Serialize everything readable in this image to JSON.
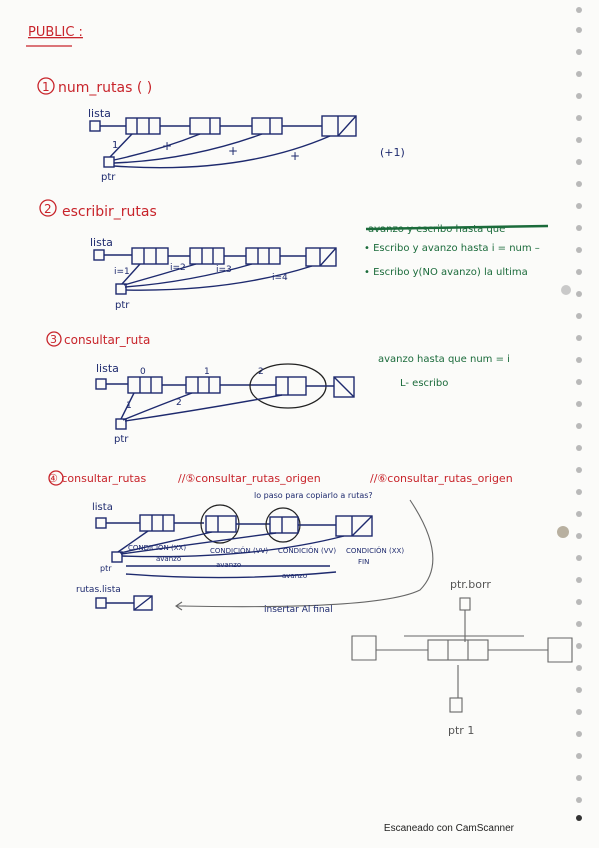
{
  "header": {
    "label": "PUBLIC :"
  },
  "sections": [
    {
      "number": "1",
      "title": "num_rutas ( )"
    },
    {
      "number": "2",
      "title": "escribir_rutas"
    },
    {
      "number": "3",
      "title": "consultar_ruta"
    }
  ],
  "section4": {
    "part1": "④ consultar_rutas",
    "part2": "//⑤consultar_rutas_origen",
    "part3": "//⑥consultar_rutas_origen"
  },
  "diagram1": {
    "list_label": "lista",
    "ptr_label": "ptr",
    "start": "1",
    "plus": "+",
    "note": "(+1)"
  },
  "diagram2": {
    "list_label": "lista",
    "ptr_label": "ptr",
    "counters": [
      "i=1",
      "i=2",
      "i=3",
      "i=4"
    ],
    "note_struck": "avanzo y escribo hasta que",
    "note1": "• Escribo y avanzo hasta i = num –",
    "note2": "• Escribo y(NO avanzo) la ultima"
  },
  "diagram3": {
    "list_label": "lista",
    "ptr_label": "ptr",
    "node_nums": [
      "0",
      "1",
      "2"
    ],
    "arrow_nums": [
      "1",
      "2"
    ],
    "note1": "avanzo hasta que num = i",
    "note2": "L- escribo"
  },
  "diagram4": {
    "list_label": "lista",
    "ptr_label": "ptr",
    "top_note": "lo paso para copiarlo a rutas?",
    "conditions": [
      "CONDICIÓN (XX)",
      "CONDICIÓN (VV)",
      "CONDICIÓN (VV)",
      "CONDICIÓN (XX)"
    ],
    "labels": [
      "avanzo",
      "avanzo",
      "avanzo",
      "FIN"
    ],
    "rutas_label": "rutas.lista",
    "insert_label": "insertar Al final"
  },
  "diagram5": {
    "top_label": "ptr.borr",
    "bottom_label": "ptr 1"
  },
  "footer": {
    "text": "Escaneado con CamScanner"
  }
}
